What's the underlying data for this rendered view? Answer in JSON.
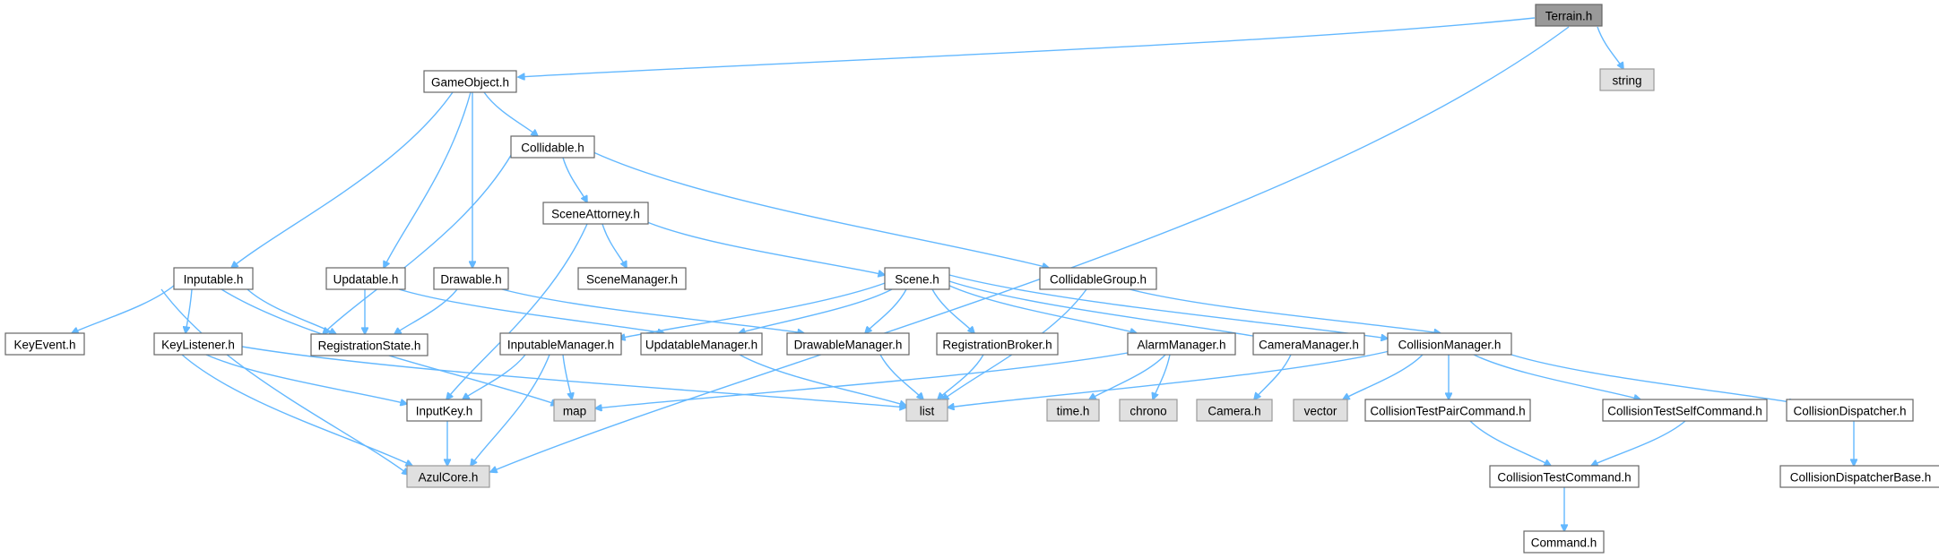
{
  "diagram": {
    "type": "include-dependency-graph",
    "root": "Terrain.h",
    "colors": {
      "edge": "#63b8ff",
      "node_border": "#666666",
      "external_fill": "#e0e0e0",
      "root_fill": "#999999"
    },
    "nodes": [
      {
        "id": "terrain",
        "label": "Terrain.h",
        "kind": "root"
      },
      {
        "id": "gameobject",
        "label": "GameObject.h",
        "kind": "local"
      },
      {
        "id": "string",
        "label": "string",
        "kind": "external"
      },
      {
        "id": "collidable",
        "label": "Collidable.h",
        "kind": "local"
      },
      {
        "id": "sceneattorney",
        "label": "SceneAttorney.h",
        "kind": "local"
      },
      {
        "id": "inputable",
        "label": "Inputable.h",
        "kind": "local"
      },
      {
        "id": "updatable",
        "label": "Updatable.h",
        "kind": "local"
      },
      {
        "id": "drawable",
        "label": "Drawable.h",
        "kind": "local"
      },
      {
        "id": "scenemanager",
        "label": "SceneManager.h",
        "kind": "local"
      },
      {
        "id": "scene",
        "label": "Scene.h",
        "kind": "local"
      },
      {
        "id": "collidablegroup",
        "label": "CollidableGroup.h",
        "kind": "local"
      },
      {
        "id": "keyevent",
        "label": "KeyEvent.h",
        "kind": "local"
      },
      {
        "id": "keylistener",
        "label": "KeyListener.h",
        "kind": "local"
      },
      {
        "id": "registrationstate",
        "label": "RegistrationState.h",
        "kind": "local"
      },
      {
        "id": "inputablemanager",
        "label": "InputableManager.h",
        "kind": "local"
      },
      {
        "id": "updatablemanager",
        "label": "UpdatableManager.h",
        "kind": "local"
      },
      {
        "id": "drawablemanager",
        "label": "DrawableManager.h",
        "kind": "local"
      },
      {
        "id": "registrationbroker",
        "label": "RegistrationBroker.h",
        "kind": "local"
      },
      {
        "id": "alarmmanager",
        "label": "AlarmManager.h",
        "kind": "local"
      },
      {
        "id": "cameramanager",
        "label": "CameraManager.h",
        "kind": "local"
      },
      {
        "id": "collisionmanager",
        "label": "CollisionManager.h",
        "kind": "local"
      },
      {
        "id": "inputkey",
        "label": "InputKey.h",
        "kind": "local"
      },
      {
        "id": "map",
        "label": "map",
        "kind": "external"
      },
      {
        "id": "list",
        "label": "list",
        "kind": "external"
      },
      {
        "id": "timeh",
        "label": "time.h",
        "kind": "external"
      },
      {
        "id": "chrono",
        "label": "chrono",
        "kind": "external"
      },
      {
        "id": "camerah",
        "label": "Camera.h",
        "kind": "external"
      },
      {
        "id": "vector",
        "label": "vector",
        "kind": "external"
      },
      {
        "id": "pairc",
        "label": "CollisionTestPairCommand.h",
        "kind": "local"
      },
      {
        "id": "selfc",
        "label": "CollisionTestSelfCommand.h",
        "kind": "local"
      },
      {
        "id": "cdispatcher",
        "label": "CollisionDispatcher.h",
        "kind": "local"
      },
      {
        "id": "azulcore",
        "label": "AzulCore.h",
        "kind": "external"
      },
      {
        "id": "ctc",
        "label": "CollisionTestCommand.h",
        "kind": "local"
      },
      {
        "id": "cdbase",
        "label": "CollisionDispatcherBase.h",
        "kind": "local"
      },
      {
        "id": "command",
        "label": "Command.h",
        "kind": "local"
      }
    ],
    "edges": [
      [
        "terrain",
        "gameobject"
      ],
      [
        "terrain",
        "string"
      ],
      [
        "terrain",
        "azulcore"
      ],
      [
        "gameobject",
        "collidable"
      ],
      [
        "gameobject",
        "inputable"
      ],
      [
        "gameobject",
        "updatable"
      ],
      [
        "gameobject",
        "drawable"
      ],
      [
        "collidable",
        "sceneattorney"
      ],
      [
        "collidable",
        "collidablegroup"
      ],
      [
        "collidable",
        "registrationstate"
      ],
      [
        "sceneattorney",
        "scenemanager"
      ],
      [
        "sceneattorney",
        "scene"
      ],
      [
        "sceneattorney",
        "inputkey"
      ],
      [
        "inputable",
        "keyevent"
      ],
      [
        "inputable",
        "keylistener"
      ],
      [
        "inputable",
        "registrationstate"
      ],
      [
        "inputable",
        "azulcore"
      ],
      [
        "inputable",
        "map"
      ],
      [
        "updatable",
        "registrationstate"
      ],
      [
        "updatable",
        "updatablemanager"
      ],
      [
        "drawable",
        "registrationstate"
      ],
      [
        "drawable",
        "drawablemanager"
      ],
      [
        "scene",
        "inputablemanager"
      ],
      [
        "scene",
        "updatablemanager"
      ],
      [
        "scene",
        "drawablemanager"
      ],
      [
        "scene",
        "registrationbroker"
      ],
      [
        "scene",
        "alarmmanager"
      ],
      [
        "scene",
        "cameramanager"
      ],
      [
        "scene",
        "collisionmanager"
      ],
      [
        "collidablegroup",
        "collisionmanager"
      ],
      [
        "collidablegroup",
        "list"
      ],
      [
        "keylistener",
        "inputkey"
      ],
      [
        "keylistener",
        "azulcore"
      ],
      [
        "keylistener",
        "list"
      ],
      [
        "inputablemanager",
        "inputkey"
      ],
      [
        "inputablemanager",
        "map"
      ],
      [
        "inputablemanager",
        "azulcore"
      ],
      [
        "updatablemanager",
        "list"
      ],
      [
        "drawablemanager",
        "list"
      ],
      [
        "registrationbroker",
        "list"
      ],
      [
        "alarmmanager",
        "map"
      ],
      [
        "alarmmanager",
        "timeh"
      ],
      [
        "alarmmanager",
        "chrono"
      ],
      [
        "cameramanager",
        "camerah"
      ],
      [
        "collisionmanager",
        "list"
      ],
      [
        "collisionmanager",
        "vector"
      ],
      [
        "collisionmanager",
        "pairc"
      ],
      [
        "collisionmanager",
        "selfc"
      ],
      [
        "collisionmanager",
        "cdispatcher"
      ],
      [
        "inputkey",
        "azulcore"
      ],
      [
        "pairc",
        "ctc"
      ],
      [
        "selfc",
        "ctc"
      ],
      [
        "ctc",
        "command"
      ],
      [
        "cdispatcher",
        "cdbase"
      ]
    ]
  }
}
